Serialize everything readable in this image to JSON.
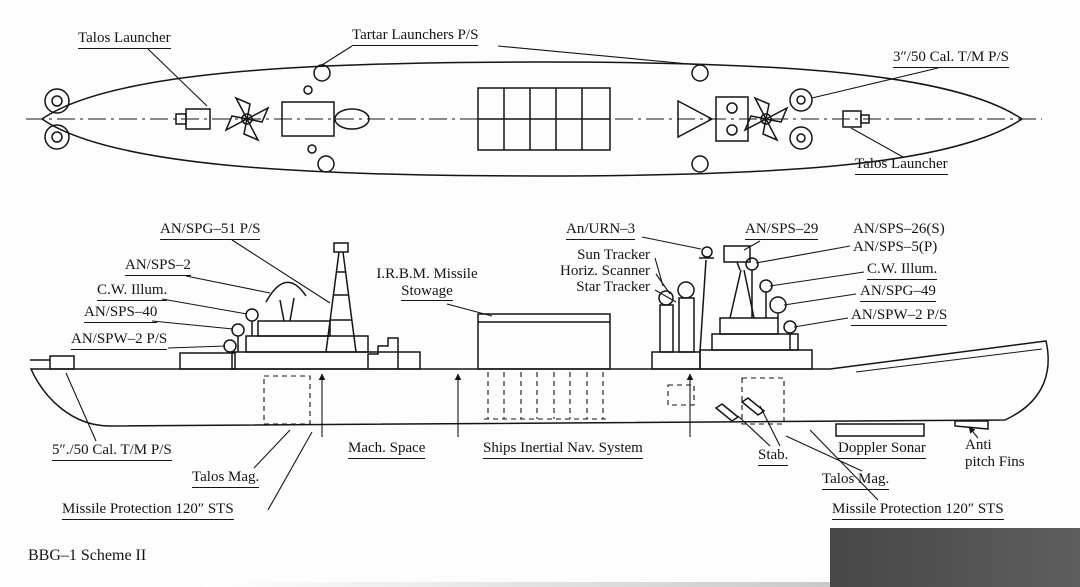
{
  "figure_title": "BBG–1 Scheme II",
  "colors": {
    "ink": "#1a1a1a",
    "background": "#ffffff",
    "redaction_dark": "#4c4c4c"
  },
  "plan_view": {
    "talos_launcher_left": "Talos Launcher",
    "tartar_launchers": "Tartar Launchers P/S",
    "gun_3in_50": "3″/50 Cal. T/M P/S",
    "talos_launcher_right": "Talos Launcher"
  },
  "profile_view": {
    "an_spg_51": "AN/SPG–51 P/S",
    "an_sps_2": "AN/SPS–2",
    "cw_illum_left": "C.W. Illum.",
    "an_sps_40": "AN/SPS–40",
    "an_spw_2_left": "AN/SPW–2 P/S",
    "irbm_line1": "I.R.B.M. Missile",
    "irbm_line2": "Stowage",
    "an_urn_3": "An/URN–3",
    "sun_tracker": "Sun Tracker",
    "horiz_scanner": "Horiz. Scanner",
    "star_tracker": "Star Tracker",
    "an_sps_29": "AN/SPS–29",
    "an_sps_26": "AN/SPS–26(S)",
    "an_sps_5": "AN/SPS–5(P)",
    "cw_illum_right": "C.W. Illum.",
    "an_spg_49": "AN/SPG–49",
    "an_spw_2_right": "AN/SPW–2 P/S",
    "gun_5in_50": "5″./50 Cal. T/M P/S",
    "mach_space": "Mach. Space",
    "ships_inertial_nav": "Ships Inertial Nav. System",
    "stab": "Stab.",
    "doppler_sonar": "Doppler Sonar",
    "anti_pitch_line1": "Anti",
    "anti_pitch_line2": "pitch Fins",
    "talos_mag_left": "Talos Mag.",
    "talos_mag_right": "Talos Mag.",
    "missile_protection_left": "Missile Protection 120″ STS",
    "missile_protection_right": "Missile Protection 120″ STS"
  }
}
